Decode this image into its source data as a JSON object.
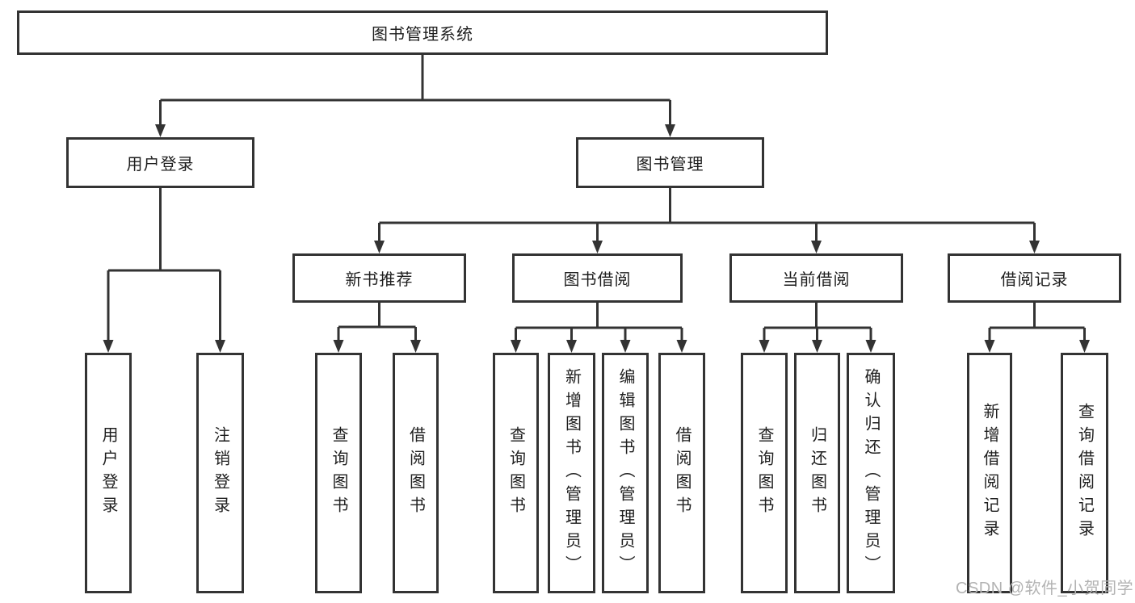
{
  "colors": {
    "line": "#333333",
    "box_fill": "#ffffff",
    "text": "#1e1e1e",
    "watermark": "#b3b3b3",
    "background": "#ffffff"
  },
  "watermark": {
    "text": "CSDN @软件_小贺同学"
  },
  "diagram": {
    "type": "hierarchy-tree",
    "root": {
      "label": "图书管理系统",
      "children": [
        {
          "label": "用户登录",
          "children": [
            {
              "label": "用户登录"
            },
            {
              "label": "注销登录"
            }
          ]
        },
        {
          "label": "图书管理",
          "children": [
            {
              "label": "新书推荐",
              "children": [
                {
                  "label": "查询图书"
                },
                {
                  "label": "借阅图书"
                }
              ]
            },
            {
              "label": "图书借阅",
              "children": [
                {
                  "label": "查询图书"
                },
                {
                  "label": "新增图书（管理员）"
                },
                {
                  "label": "编辑图书（管理员）"
                },
                {
                  "label": "借阅图书"
                }
              ]
            },
            {
              "label": "当前借阅",
              "children": [
                {
                  "label": "查询图书"
                },
                {
                  "label": "归还图书"
                },
                {
                  "label": "确认归还（管理员）"
                }
              ]
            },
            {
              "label": "借阅记录",
              "children": [
                {
                  "label": "新增借阅记录"
                },
                {
                  "label": "查询借阅记录"
                }
              ]
            }
          ]
        }
      ]
    }
  }
}
